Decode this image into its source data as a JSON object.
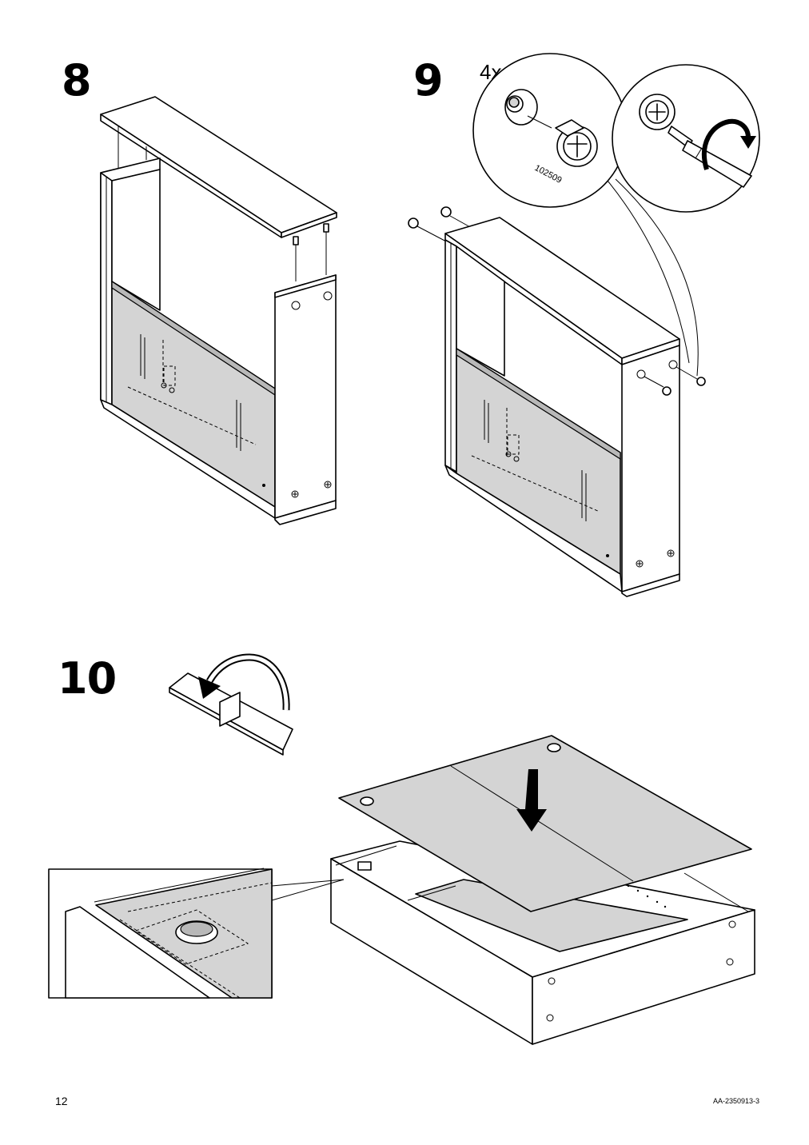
{
  "steps": [
    {
      "number": "8"
    },
    {
      "number": "9",
      "quantity": "4x",
      "part_number": "102509"
    },
    {
      "number": "10"
    }
  ],
  "footer": {
    "page_number": "12",
    "document_code": "AA-2350913-3"
  },
  "icons": [
    "cam-lock-icon",
    "screwdriver-icon",
    "rotate-arrow-icon",
    "down-arrow-icon",
    "flip-arrow-icon"
  ],
  "colors": {
    "panel_gray": "#d4d4d4",
    "line": "#000000",
    "background": "#ffffff"
  }
}
